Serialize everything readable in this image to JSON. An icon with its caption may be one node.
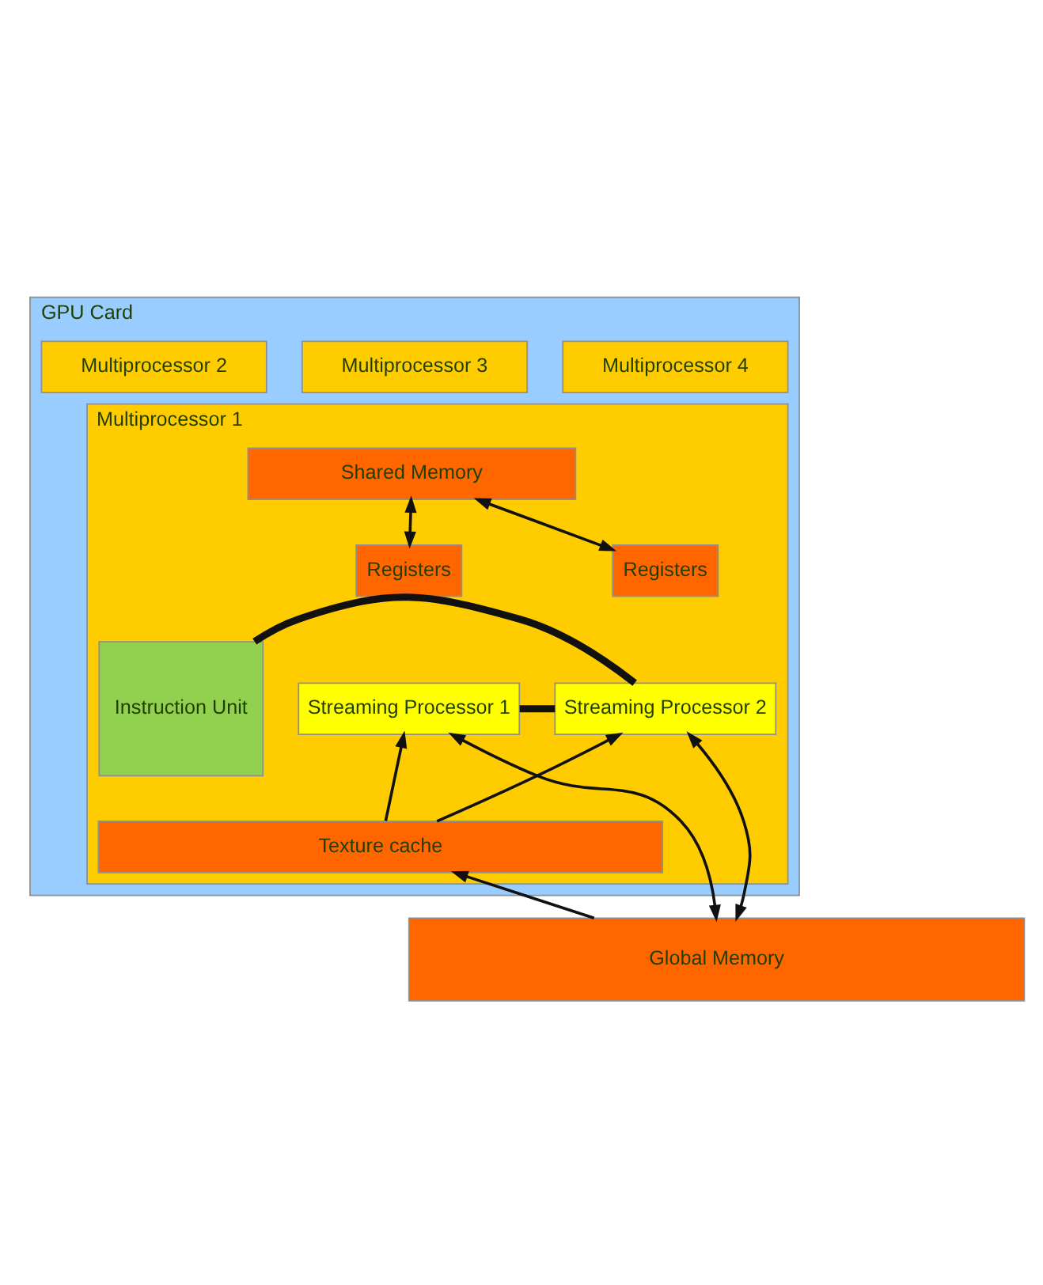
{
  "diagram": {
    "nodes": [
      {
        "text": [
          "GPU Card"
        ]
      },
      {
        "text": [
          "Multiprocessor 4"
        ],
        "in": 0
      },
      {
        "text": [
          "Multiprocessor 3"
        ],
        "in": 0
      },
      {
        "text": [
          "Multiprocessor 2"
        ],
        "in": 0
      },
      {
        "text": [
          "Multiprocessor 1"
        ],
        "in": 0
      },
      {
        "text": [
          "Shared Memory"
        ],
        "in": 4
      },
      {
        "text": [
          "Registers"
        ],
        "in": 4
      },
      {
        "text": [
          "Registers"
        ],
        "in": 4
      },
      {
        "text": [
          "Streaming Processor 1"
        ],
        "in": 4
      },
      {
        "text": [
          "Streaming Processor 2"
        ],
        "in": 4
      },
      {
        "text": [
          "Instruction Unit"
        ],
        "in": 4
      },
      {
        "text": [
          "Texture cache"
        ],
        "in": 4
      },
      {
        "text": [
          "Global Memory"
        ]
      }
    ],
    "edges": [
      {
        "from": 5,
        "to": 6,
        "arrow": "both"
      },
      {
        "from": 5,
        "to": 7,
        "arrow": "both"
      },
      {
        "from": 8,
        "to": 9,
        "arrow": "none",
        "style": "thick"
      },
      {
        "from": 9,
        "to": 10,
        "arrow": "none",
        "style": "thick"
      },
      {
        "from": 11,
        "to": 8,
        "arrow": "to"
      },
      {
        "from": 11,
        "to": 9,
        "arrow": "to"
      },
      {
        "from": 12,
        "to": 8,
        "arrow": "both"
      },
      {
        "from": 12,
        "to": 9,
        "arrow": "both"
      },
      {
        "from": 12,
        "to": 11,
        "arrow": "to"
      }
    ]
  }
}
